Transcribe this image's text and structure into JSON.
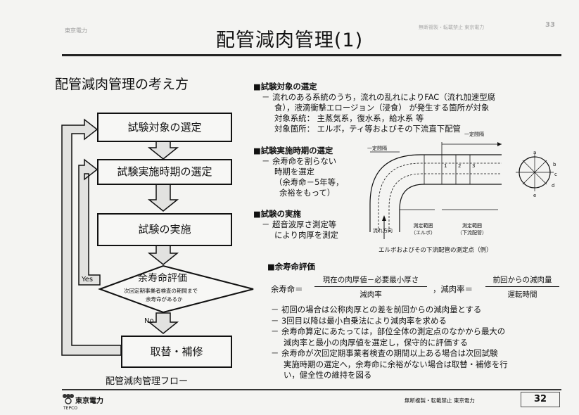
{
  "header": {
    "title": "配管減肉管理(1)",
    "subtitle": "配管減肉管理の考え方",
    "top_left_tiny": "東京電力",
    "top_right_tiny": "無断複製・転載禁止 東京電力",
    "top_page_num": "33"
  },
  "flow": {
    "box1": "試験対象の選定",
    "box2": "試験実施時期の選定",
    "box3": "試験の実施",
    "box4_title": "余寿命評価",
    "box4_line1": "次回定期事業者検査の期間まで",
    "box4_line2": "余寿命があるか",
    "box5": "取替・補修",
    "yes": "Yes",
    "no": "No",
    "caption": "配管減肉管理フロー"
  },
  "section1": {
    "bullet": "■",
    "heading": "試験対象の選定",
    "l1": "－ 流れのある系統のうち，流れの乱れによりFAC（流れ加速型腐",
    "l2": "食），液滴衝撃エロージョン（浸食） が発生する箇所が対象",
    "l3": "対象系統： 主蒸気系，復水系，給水系 等",
    "l4": "対象箇所： エルボ，ティ等およびその下流直下配管"
  },
  "section2": {
    "bullet": "■",
    "heading": "試験実施時期の選定",
    "l1": "－ 余寿命を割らない",
    "l2": "時期を選定",
    "l3": "（余寿命－5年等，",
    "l4": "余裕をもって）"
  },
  "section3": {
    "bullet": "■",
    "heading": "試験の実施",
    "l1": "－ 超音波厚さ測定等",
    "l2": "により肉厚を測定"
  },
  "diagram": {
    "label_interval1": "一定間隔",
    "label_interval2": "一定間隔",
    "label_flow": "流れ方向",
    "label_range1": "測定範囲",
    "label_range1b": "（エルボ）",
    "label_range2": "測定範囲",
    "label_range2b": "（下流配管）",
    "n1": "1",
    "n2": "2",
    "n3": "3",
    "na": "a",
    "nb": "b",
    "nc": "c",
    "nd": "d",
    "ne": "e",
    "caption": "エルボおよびその下流配管の測定点（例）"
  },
  "section4": {
    "bullet": "■",
    "heading": "余寿命評価",
    "f1_lhs": "余寿命＝",
    "f1_num": "現在の肉厚値－必要最小厚さ",
    "f1_den": "減肉率",
    "f2_lhs": "，減肉率＝",
    "f2_num": "前回からの減肉量",
    "f2_den": "運転時間",
    "l1": "－ 初回の場合は公称肉厚との差を前回からの減肉量とする",
    "l2": "－ 3回目以降は最小自乗法により減肉率を求める",
    "l3": "－ 余寿命算定にあたっては，部位全体の測定点のなかから最大の",
    "l4": "減肉率と最小の肉厚値を選定し，保守的に評価する",
    "l5": "－ 余寿命が次回定期事業者検査の期間以上ある場合は次回試験",
    "l6": "実施時期の選定へ，余寿命に余裕がない場合は取替・補修を行",
    "l7": "い，健全性の維持を図る"
  },
  "footer": {
    "company": "東京電力",
    "company_en": "TEPCO",
    "note": "無断複製・転載禁止 東京電力",
    "page": "32"
  }
}
